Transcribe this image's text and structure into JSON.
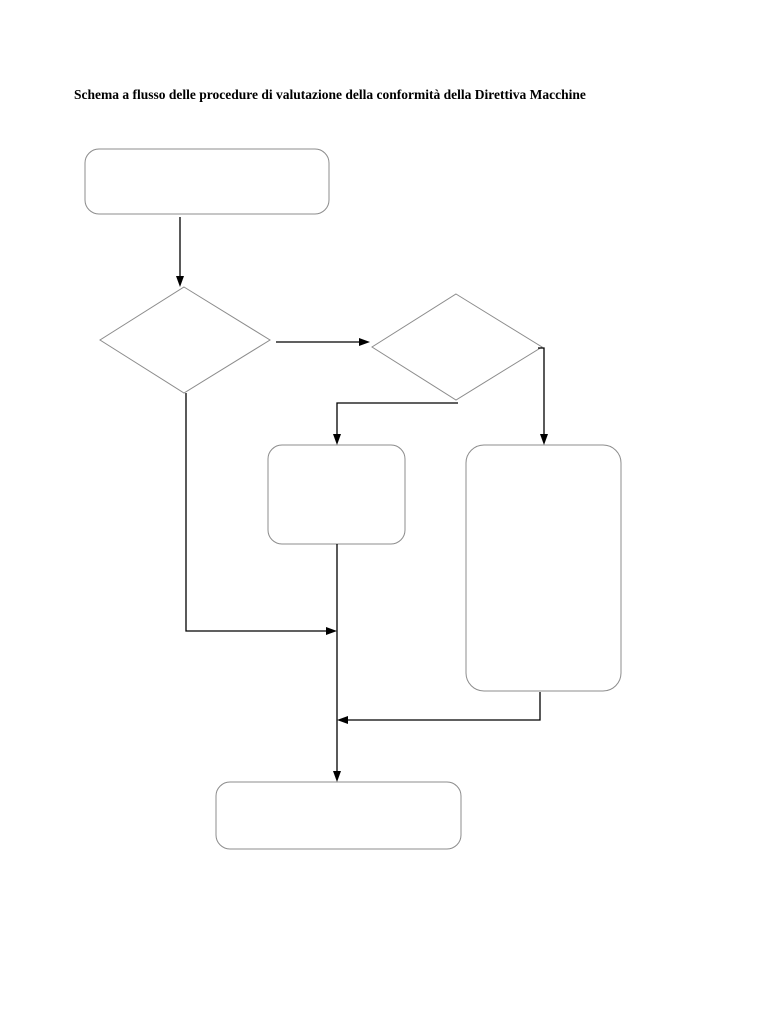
{
  "document": {
    "title": "Schema a flusso delle procedure di valutazione della conformità della Direttiva Macchine"
  },
  "flowchart": {
    "shapes": [
      {
        "id": "start-box",
        "kind": "rounded-rectangle",
        "label": ""
      },
      {
        "id": "decision-1",
        "kind": "diamond",
        "label": ""
      },
      {
        "id": "decision-2",
        "kind": "diamond",
        "label": ""
      },
      {
        "id": "middle-box",
        "kind": "rounded-rectangle",
        "label": ""
      },
      {
        "id": "right-box",
        "kind": "rounded-rectangle",
        "label": ""
      },
      {
        "id": "end-box",
        "kind": "rounded-rectangle",
        "label": ""
      }
    ],
    "connectors": [
      {
        "from": "start-box",
        "to": "decision-1"
      },
      {
        "from": "decision-1",
        "to": "decision-2"
      },
      {
        "from": "decision-2",
        "to": "middle-box"
      },
      {
        "from": "decision-2",
        "to": "right-box"
      },
      {
        "from": "decision-1",
        "to": "end-box"
      },
      {
        "from": "middle-box",
        "to": "end-box"
      },
      {
        "from": "right-box",
        "to": "end-box"
      }
    ],
    "colors": {
      "shape_outline": "#8c8c8c",
      "connector": "#000000",
      "background": "#ffffff"
    }
  }
}
